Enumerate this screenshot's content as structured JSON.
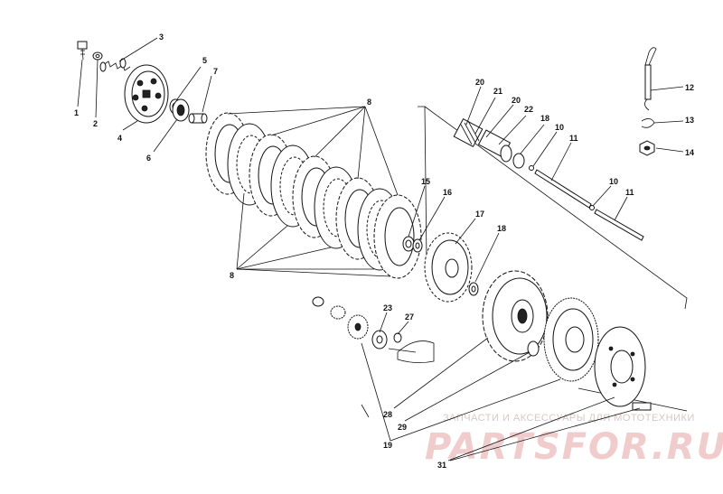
{
  "callouts": {
    "c1": "1",
    "c2": "2",
    "c3": "3",
    "c4": "4",
    "c5": "5",
    "c6": "6",
    "c7": "7",
    "c8_top": "8",
    "c8_bottom": "8",
    "c10a": "10",
    "c10b": "10",
    "c11a": "11",
    "c11b": "11",
    "c12": "12",
    "c13": "13",
    "c14": "14",
    "c15": "15",
    "c16": "16",
    "c17": "17",
    "c18a": "18",
    "c18b": "18",
    "c19": "19",
    "c20a": "20",
    "c20b": "20",
    "c21": "21",
    "c22": "22",
    "c23": "23",
    "c27": "27",
    "c28": "28",
    "c29": "29",
    "c31": "31"
  },
  "watermark": {
    "tagline": "ЗАПЧАСТИ И АКСЕССУАРЫ ДЛЯ МОТОТЕХНИКИ",
    "logo": "PARTSFOR.RU"
  },
  "colors": {
    "line": "#111111",
    "watermark_text": "#d8c7c7",
    "watermark_logo": "#f1cccc"
  }
}
